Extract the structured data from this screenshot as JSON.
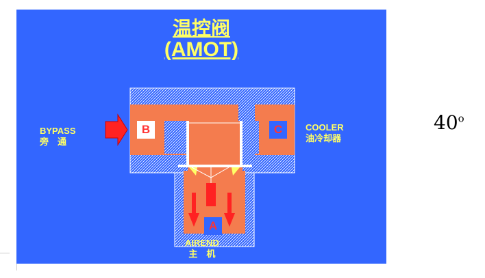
{
  "title": {
    "line1": "温控阀",
    "line2": "(AMOT)"
  },
  "labels": {
    "bypass_en": "BYPASS",
    "bypass_cn": "旁　通",
    "cooler_en": "COOLER",
    "cooler_cn": "油冷却器",
    "airend_en": "AIREND",
    "airend_cn": "主　机"
  },
  "ports": {
    "b": "B",
    "c": "C",
    "a": "A"
  },
  "side_text": {
    "angle_value": "40",
    "angle_unit": "o"
  },
  "colors": {
    "slide_bg": "#3366FF",
    "oil": "#F47C4E",
    "label": "#FFFF66",
    "arrow": "#FF3333",
    "housing": "#3366FF"
  }
}
